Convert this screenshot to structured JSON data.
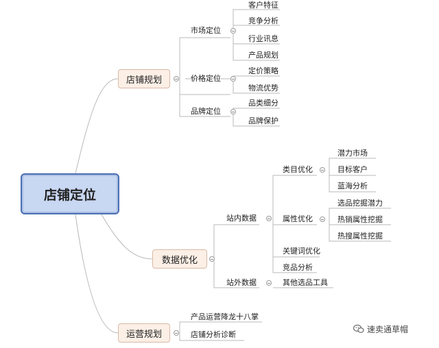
{
  "root": "店铺定位",
  "branches": {
    "b1": {
      "label": "店铺规划",
      "s1": {
        "label": "市场定位",
        "l1": "客户特征",
        "l2": "竞争分析",
        "l3": "行业讯息",
        "l4": "产品规划"
      },
      "s2": {
        "label": "价格定位",
        "l1": "定价策略",
        "l2": "物流优势"
      },
      "s3": {
        "label": "品牌定位",
        "l1": "品类细分",
        "l2": "品牌保护"
      }
    },
    "b2": {
      "label": "数据优化",
      "s1": {
        "label": "站内数据",
        "a": {
          "label": "类目优化",
          "l1": "潜力市场",
          "l2": "目标客户",
          "l3": "蓝海分析"
        },
        "b": {
          "label": "属性优化",
          "l1": "选品挖掘潜力",
          "l2": "热销属性挖掘",
          "l3": "热搜属性挖掘"
        },
        "c": {
          "label": "关键词优化"
        },
        "d": {
          "label": "竞品分析"
        }
      },
      "s2": {
        "label": "站外数据",
        "l1": "其他选品工具"
      }
    },
    "b3": {
      "label": "运营规划",
      "l1": "产品运营降龙十八掌",
      "l2": "店铺分析诊断"
    }
  },
  "watermark": "速卖通草帽",
  "colors": {
    "root_fill": "#c8d7f2",
    "root_border": "#4a6fb2",
    "branch_fill": "#fbefe6",
    "branch_border": "#d9b9a6",
    "line": "#b8b8b8"
  }
}
